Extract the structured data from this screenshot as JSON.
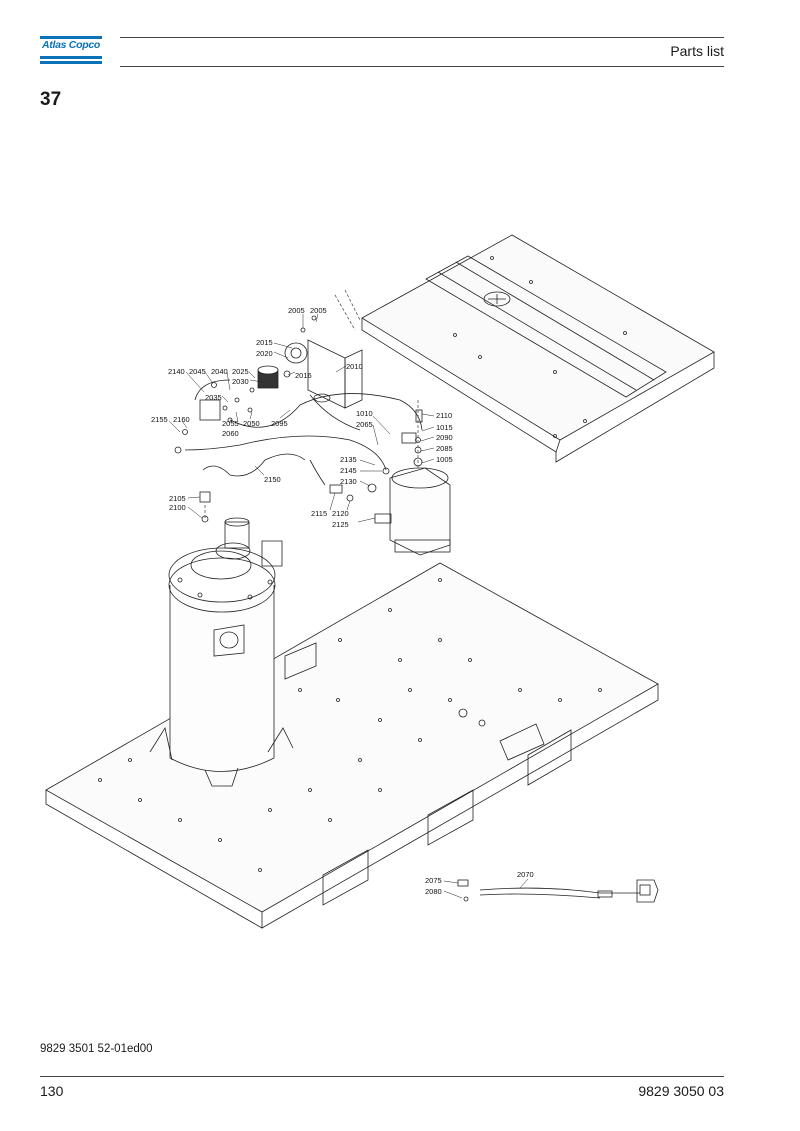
{
  "header": {
    "brand": "Atlas Copco",
    "title": "Parts list"
  },
  "section_number": "37",
  "callouts": [
    {
      "id": "c2005a",
      "label": "2005"
    },
    {
      "id": "c2005b",
      "label": "2005"
    },
    {
      "id": "c2015",
      "label": "2015"
    },
    {
      "id": "c2020",
      "label": "2020"
    },
    {
      "id": "c2010",
      "label": "2010"
    },
    {
      "id": "c2016",
      "label": "2016"
    },
    {
      "id": "c2140",
      "label": "2140"
    },
    {
      "id": "c2045",
      "label": "2045"
    },
    {
      "id": "c2040",
      "label": "2040"
    },
    {
      "id": "c2025",
      "label": "2025"
    },
    {
      "id": "c2030",
      "label": "2030"
    },
    {
      "id": "c2035",
      "label": "2035"
    },
    {
      "id": "c2155",
      "label": "2155"
    },
    {
      "id": "c2160",
      "label": "2160"
    },
    {
      "id": "c2055",
      "label": "2055"
    },
    {
      "id": "c2050",
      "label": "2050"
    },
    {
      "id": "c2095",
      "label": "2095"
    },
    {
      "id": "c2060",
      "label": "2060"
    },
    {
      "id": "c1010",
      "label": "1010"
    },
    {
      "id": "c2065",
      "label": "2065"
    },
    {
      "id": "c2110",
      "label": "2110"
    },
    {
      "id": "c1015",
      "label": "1015"
    },
    {
      "id": "c2090",
      "label": "2090"
    },
    {
      "id": "c2085",
      "label": "2085"
    },
    {
      "id": "c1005",
      "label": "1005"
    },
    {
      "id": "c2135",
      "label": "2135"
    },
    {
      "id": "c2145",
      "label": "2145"
    },
    {
      "id": "c2130",
      "label": "2130"
    },
    {
      "id": "c2150",
      "label": "2150"
    },
    {
      "id": "c2105",
      "label": "2105"
    },
    {
      "id": "c2100",
      "label": "2100"
    },
    {
      "id": "c2115",
      "label": "2115"
    },
    {
      "id": "c2120",
      "label": "2120"
    },
    {
      "id": "c2125",
      "label": "2125"
    },
    {
      "id": "c2075",
      "label": "2075"
    },
    {
      "id": "c2080",
      "label": "2080"
    },
    {
      "id": "c2070",
      "label": "2070"
    }
  ],
  "footer": {
    "doc_id": "9829 3501 52-01ed00",
    "page_number": "130",
    "document_number": "9829 3050 03"
  }
}
